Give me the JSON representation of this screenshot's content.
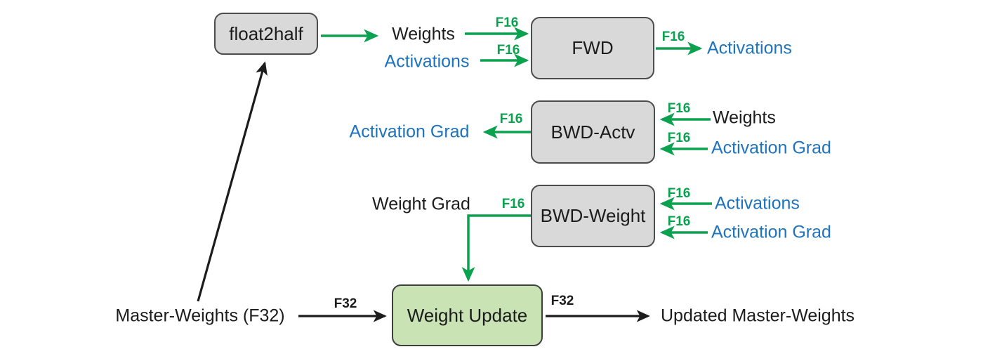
{
  "colors": {
    "green": "#0ba24f",
    "blue": "#1e73be",
    "ink": "#1c1c1c",
    "gray_fill": "#d9d9d9",
    "gray_border": "#4d4d4d",
    "green_fill": "#c9e3b5",
    "green_border": "#3f3f3f"
  },
  "nodes": {
    "float2half": {
      "label": "float2half"
    },
    "fwd": {
      "label": "FWD"
    },
    "bwd_actv": {
      "label": "BWD-Actv"
    },
    "bwd_weight": {
      "label": "BWD-Weight"
    },
    "weight_update": {
      "label": "Weight Update"
    }
  },
  "labels": {
    "weights_top": {
      "text": "Weights"
    },
    "activations_fwd_in": {
      "text": "Activations"
    },
    "activations_fwd_out": {
      "text": "Activations"
    },
    "activation_grad_bwdactv_out": {
      "text": "Activation Grad"
    },
    "weights_bwdactv_in": {
      "text": "Weights"
    },
    "activation_grad_bwdactv_in": {
      "text": "Activation Grad"
    },
    "weight_grad": {
      "text": "Weight Grad"
    },
    "activations_bwdweight_in": {
      "text": "Activations"
    },
    "activation_grad_bwdweight_in": {
      "text": "Activation Grad"
    },
    "master_weights": {
      "text": "Master-Weights (F32)"
    },
    "updated_master_weights": {
      "text": "Updated Master-Weights"
    }
  },
  "tags": {
    "weights_to_fwd": "F16",
    "activations_to_fwd": "F16",
    "fwd_out": "F16",
    "bwd_actv_out": "F16",
    "weights_to_bwd_actv": "F16",
    "activation_grad_to_bwd_actv": "F16",
    "weight_grad_out": "F16",
    "activations_to_bwd_weight": "F16",
    "activation_grad_to_bwd_weight": "F16",
    "master_weights_in": "F32",
    "weight_update_out": "F32"
  }
}
